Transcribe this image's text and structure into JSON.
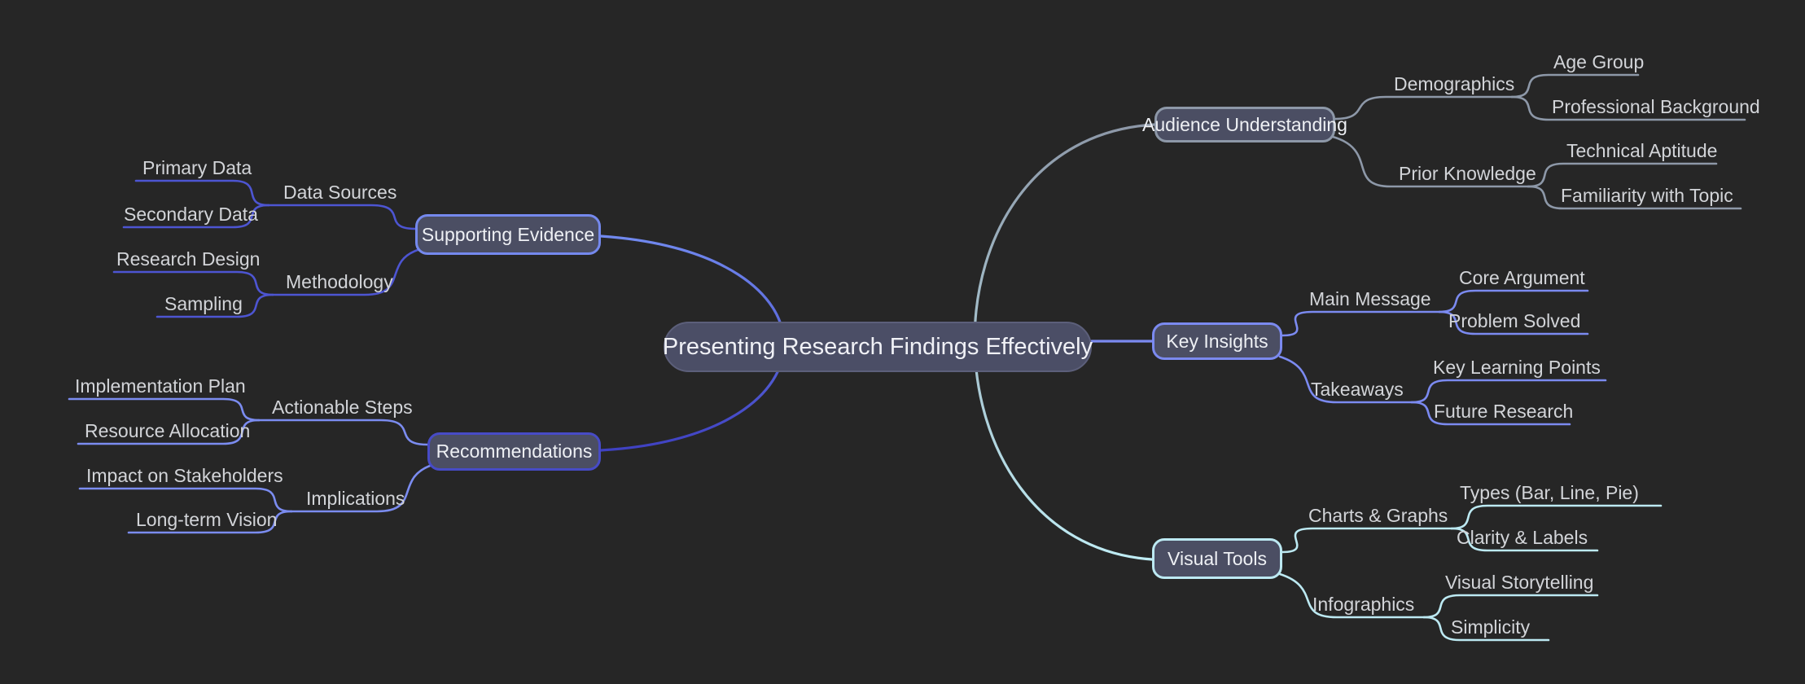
{
  "title": "Presenting Research Findings Effectively",
  "colors": {
    "background": "#262626",
    "node_fill": "#4b4e63",
    "node_text": "#eef0f4",
    "label_text": "#d2d4d8",
    "branch_audience": "#8d98a8",
    "branch_key_insights": "#7b8af0",
    "branch_visual_tools": "#bce9f2",
    "branch_supporting_evidence": "#4d55d2",
    "branch_recommendations": "#7b8cf0",
    "left_arc_gradient": [
      "#7189ef",
      "#3f41c2"
    ],
    "right_arc_gradient": [
      "#8d98a8",
      "#bfecf4"
    ]
  },
  "mindmap": {
    "root": {
      "label": "Presenting Research Findings Effectively"
    },
    "branches": [
      {
        "label": "Audience Understanding",
        "color": "#8d98a8",
        "children": [
          {
            "label": "Demographics",
            "children": [
              {
                "label": "Age Group"
              },
              {
                "label": "Professional Background"
              }
            ]
          },
          {
            "label": "Prior Knowledge",
            "children": [
              {
                "label": "Technical Aptitude"
              },
              {
                "label": "Familiarity with Topic"
              }
            ]
          }
        ]
      },
      {
        "label": "Key Insights",
        "color": "#7b8af0",
        "children": [
          {
            "label": "Main Message",
            "children": [
              {
                "label": "Core Argument"
              },
              {
                "label": "Problem Solved"
              }
            ]
          },
          {
            "label": "Takeaways",
            "children": [
              {
                "label": "Key Learning Points"
              },
              {
                "label": "Future Research"
              }
            ]
          }
        ]
      },
      {
        "label": "Visual Tools",
        "color": "#bce9f2",
        "children": [
          {
            "label": "Charts & Graphs",
            "children": [
              {
                "label": "Types (Bar, Line, Pie)"
              },
              {
                "label": "Clarity & Labels"
              }
            ]
          },
          {
            "label": "Infographics",
            "children": [
              {
                "label": "Visual Storytelling"
              },
              {
                "label": "Simplicity"
              }
            ]
          }
        ]
      },
      {
        "label": "Supporting Evidence",
        "color": "#4d55d2",
        "children": [
          {
            "label": "Data Sources",
            "children": [
              {
                "label": "Primary Data"
              },
              {
                "label": "Secondary Data"
              }
            ]
          },
          {
            "label": "Methodology",
            "children": [
              {
                "label": "Research Design"
              },
              {
                "label": "Sampling"
              }
            ]
          }
        ]
      },
      {
        "label": "Recommendations",
        "color": "#7b8cf0",
        "children": [
          {
            "label": "Actionable Steps",
            "children": [
              {
                "label": "Implementation Plan"
              },
              {
                "label": "Resource Allocation"
              }
            ]
          },
          {
            "label": "Implications",
            "children": [
              {
                "label": "Impact on Stakeholders"
              },
              {
                "label": "Long-term Vision"
              }
            ]
          }
        ]
      }
    ]
  }
}
